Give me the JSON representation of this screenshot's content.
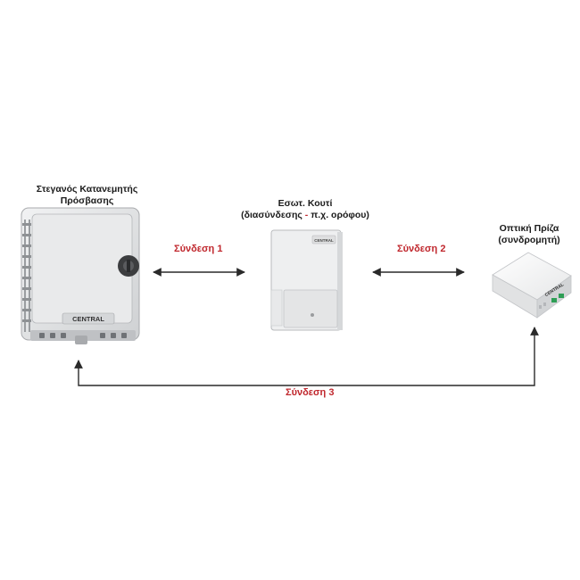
{
  "devices": {
    "provider_box": {
      "title_line1": "Στεγανός Κατανεμητής Πρόσβασης",
      "title_line2": "(παρόχου)",
      "brand": "CENTRAL"
    },
    "indoor_box": {
      "title_line1": "Εσωτ. Κουτί",
      "title_line2_a": "(διασύνδεσης",
      "title_line2_dash": " - ",
      "title_line2_b": "π.χ. ορόφου)",
      "brand": "CENTRAL"
    },
    "optical_socket": {
      "title_line1": "Οπτική Πρίζα",
      "title_line2": "(συνδρομητή)",
      "brand": "CENTRAL"
    }
  },
  "connections": {
    "c1": "Σύνδεση 1",
    "c2": "Σύνδεση 2",
    "c3": "Σύνδεση 3"
  },
  "colors": {
    "connection_label": "#c0272d",
    "arrow": "#2a2a2a",
    "device_body": "#e4e5e6"
  }
}
